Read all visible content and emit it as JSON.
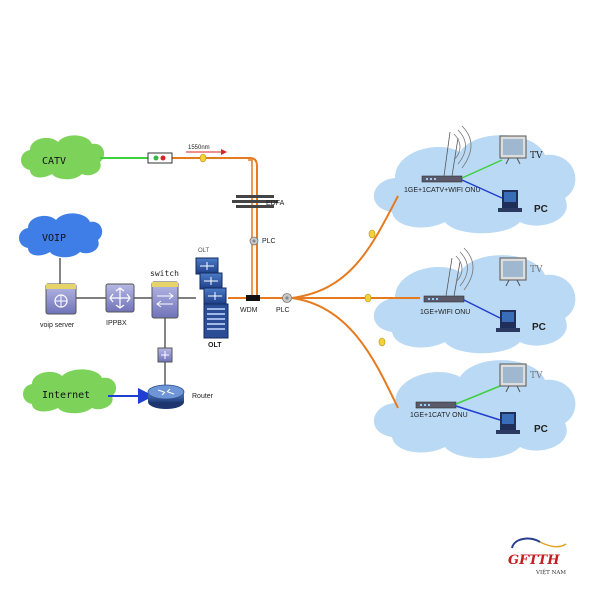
{
  "sources": {
    "catv": "CATV",
    "voip": "VOIP",
    "internet": "Internet"
  },
  "labels": {
    "wavelength": "1550nm",
    "edfa": "EDFA",
    "plc_upper": "PLC",
    "plc_main": "PLC",
    "wdm": "WDM",
    "olt_top": "OLT",
    "olt_bottom": "OLT",
    "switch": "switch",
    "voip_server": "voip server",
    "ippbx": "IPPBX",
    "router": "Router"
  },
  "subscribers": [
    {
      "onu": "1GE+1CATV+WIFI ONU",
      "tv": "TV",
      "pc": "PC"
    },
    {
      "onu": "1GE+WIFI ONU",
      "tv": "TV",
      "pc": "PC"
    },
    {
      "onu": "1GE+1CATV ONU",
      "tv": "TV",
      "pc": "PC"
    }
  ],
  "logo": {
    "brand": "GFTTH",
    "sub": "VIỆT NAM"
  },
  "colors": {
    "catv_cloud": "#7dd35a",
    "voip_cloud": "#3f7ee6",
    "internet_cloud": "#7dd35a",
    "home_cloud": "#b9d9f4",
    "fiber": "#e67a1e",
    "catv_line": "#3fcf3f",
    "internet_line": "#1f3fd0",
    "lan_line": "#1f3fd0"
  }
}
